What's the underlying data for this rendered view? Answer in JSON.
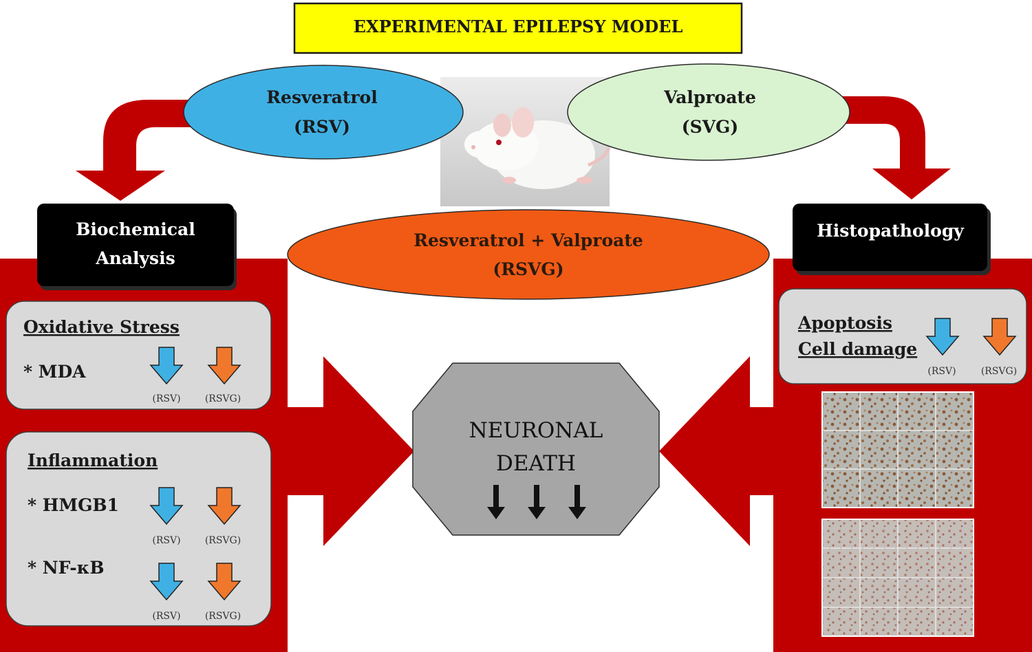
{
  "title": "EXPERIMENTAL EPILEPSY MODEL",
  "treatments": {
    "rsv": {
      "line1": "Resveratrol",
      "line2": "(RSV)"
    },
    "svg": {
      "line1": "Valproate",
      "line2": "(SVG)"
    },
    "rsvg": {
      "line1": "Resveratrol + Valproate",
      "line2": "(RSVG)"
    }
  },
  "left_panel": {
    "header_line1": "Biochemical",
    "header_line2": "Analysis",
    "oxidative": {
      "heading": "Oxidative Stress",
      "marker": "* MDA",
      "rsv_label": "(RSV)",
      "rsvg_label": "(RSVG)"
    },
    "inflammation": {
      "heading": "Inflammation",
      "marker1": "* HMGB1",
      "marker1_rsv": "(RSV)",
      "marker1_rsvg": "(RSVG)",
      "marker2": "* NF-κB",
      "marker2_rsv": "(RSV)",
      "marker2_rsvg": "(RSVG)"
    }
  },
  "center": {
    "line1": "NEURONAL",
    "line2": "DEATH"
  },
  "right_panel": {
    "header": "Histopathology",
    "item1": "Apoptosis",
    "item2": "Cell damage",
    "rsv_label": "(RSV)",
    "rsvg_label": "(RSVG)"
  },
  "colors": {
    "red": "#c00000",
    "yellow": "#ffff00",
    "blue": "#3fb0e3",
    "light_green": "#d9f2d0",
    "orange": "#f05a14",
    "gray_box": "#d9d9d9",
    "octagon": "#a6a6a6"
  }
}
